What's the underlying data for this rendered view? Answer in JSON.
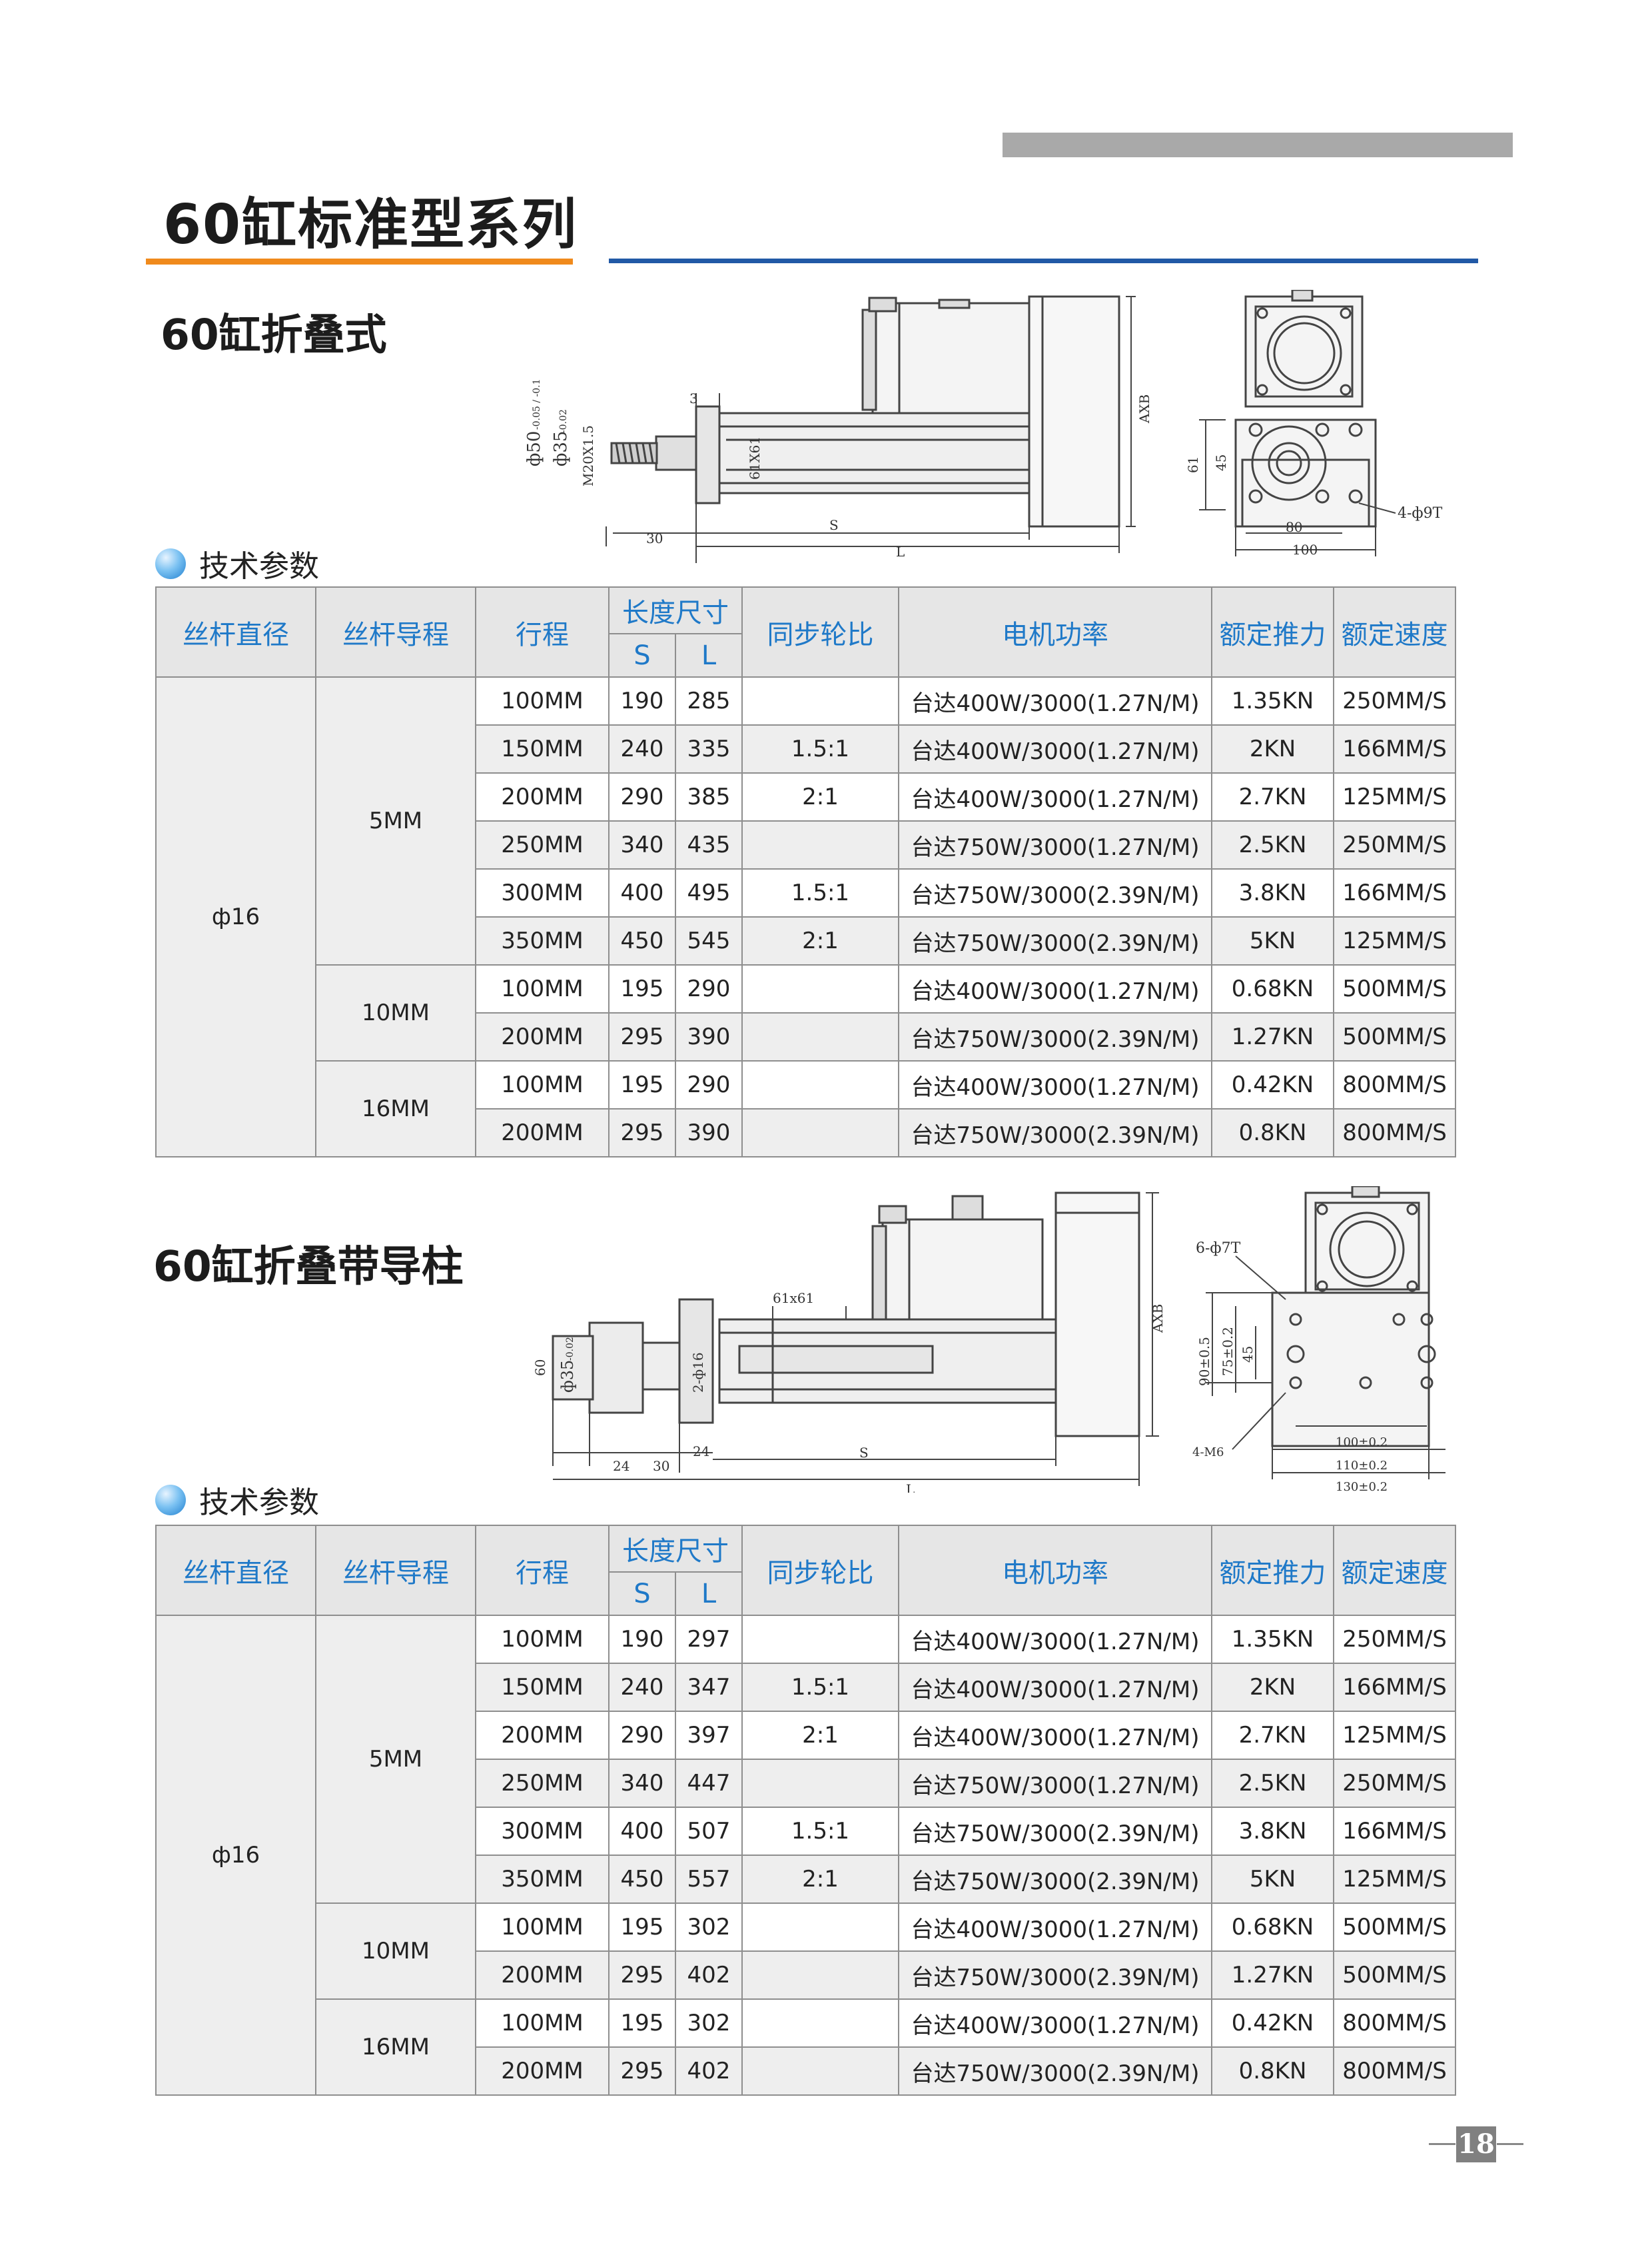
{
  "page_title": "60缸标准型系列",
  "page_number": "18",
  "headers": {
    "diameter": "丝杆直径",
    "lead": "丝杆导程",
    "stroke": "行程",
    "length": "长度尺寸",
    "s": "S",
    "l": "L",
    "ratio": "同步轮比",
    "motor": "电机功率",
    "thrust": "额定推力",
    "speed": "额定速度"
  },
  "sections": [
    {
      "title": "60缸折叠式",
      "params_label": "技术参数",
      "diameter": "ф16",
      "drawing_labels": {
        "rod_dia": "ф50",
        "rod_dia_tol": "-0.05 / -0.1",
        "bore_dia": "ф35",
        "bore_tol": "-0.02",
        "thread": "M20X1.5",
        "flange_t": "3",
        "profile": "61X61",
        "axb": "AXB",
        "s": "S",
        "l": "L",
        "d30": "30",
        "h61": "61",
        "h45": "45",
        "w80": "80",
        "w100": "100",
        "holes": "4-ф9T"
      },
      "groups": [
        {
          "lead": "5MM",
          "rows": [
            {
              "stroke": "100MM",
              "s": "190",
              "l": "285",
              "ratio": "",
              "motor": "台达400W/3000(1.27N/M)",
              "thrust": "1.35KN",
              "speed": "250MM/S"
            },
            {
              "stroke": "150MM",
              "s": "240",
              "l": "335",
              "ratio": "1.5:1",
              "motor": "台达400W/3000(1.27N/M)",
              "thrust": "2KN",
              "speed": "166MM/S"
            },
            {
              "stroke": "200MM",
              "s": "290",
              "l": "385",
              "ratio": "2:1",
              "motor": "台达400W/3000(1.27N/M)",
              "thrust": "2.7KN",
              "speed": "125MM/S"
            },
            {
              "stroke": "250MM",
              "s": "340",
              "l": "435",
              "ratio": "",
              "motor": "台达750W/3000(1.27N/M)",
              "thrust": "2.5KN",
              "speed": "250MM/S"
            },
            {
              "stroke": "300MM",
              "s": "400",
              "l": "495",
              "ratio": "1.5:1",
              "motor": "台达750W/3000(2.39N/M)",
              "thrust": "3.8KN",
              "speed": "166MM/S"
            },
            {
              "stroke": "350MM",
              "s": "450",
              "l": "545",
              "ratio": "2:1",
              "motor": "台达750W/3000(2.39N/M)",
              "thrust": "5KN",
              "speed": "125MM/S"
            }
          ]
        },
        {
          "lead": "10MM",
          "rows": [
            {
              "stroke": "100MM",
              "s": "195",
              "l": "290",
              "ratio": "",
              "motor": "台达400W/3000(1.27N/M)",
              "thrust": "0.68KN",
              "speed": "500MM/S"
            },
            {
              "stroke": "200MM",
              "s": "295",
              "l": "390",
              "ratio": "",
              "motor": "台达750W/3000(2.39N/M)",
              "thrust": "1.27KN",
              "speed": "500MM/S"
            }
          ]
        },
        {
          "lead": "16MM",
          "rows": [
            {
              "stroke": "100MM",
              "s": "195",
              "l": "290",
              "ratio": "",
              "motor": "台达400W/3000(1.27N/M)",
              "thrust": "0.42KN",
              "speed": "800MM/S"
            },
            {
              "stroke": "200MM",
              "s": "295",
              "l": "390",
              "ratio": "",
              "motor": "台达750W/3000(2.39N/M)",
              "thrust": "0.8KN",
              "speed": "800MM/S"
            }
          ]
        }
      ]
    },
    {
      "title": "60缸折叠带导柱",
      "params_label": "技术参数",
      "diameter": "ф16",
      "drawing_labels": {
        "h60": "60",
        "bore_dia": "ф35",
        "bore_tol": "-0.02",
        "guide": "2-ф16",
        "profile": "61x61",
        "axb": "AXB",
        "d24a": "24",
        "d30": "30",
        "d24b": "24",
        "s": "S",
        "l": "L",
        "holes_t": "6-ф7T",
        "holes_m": "4-M6",
        "h90": "90±0.5",
        "h75": "75±0.2",
        "h45": "45",
        "w100": "100±0.2",
        "w110": "110±0.2",
        "w130": "130±0.2"
      },
      "groups": [
        {
          "lead": "5MM",
          "rows": [
            {
              "stroke": "100MM",
              "s": "190",
              "l": "297",
              "ratio": "",
              "motor": "台达400W/3000(1.27N/M)",
              "thrust": "1.35KN",
              "speed": "250MM/S"
            },
            {
              "stroke": "150MM",
              "s": "240",
              "l": "347",
              "ratio": "1.5:1",
              "motor": "台达400W/3000(1.27N/M)",
              "thrust": "2KN",
              "speed": "166MM/S"
            },
            {
              "stroke": "200MM",
              "s": "290",
              "l": "397",
              "ratio": "2:1",
              "motor": "台达400W/3000(1.27N/M)",
              "thrust": "2.7KN",
              "speed": "125MM/S"
            },
            {
              "stroke": "250MM",
              "s": "340",
              "l": "447",
              "ratio": "",
              "motor": "台达750W/3000(1.27N/M)",
              "thrust": "2.5KN",
              "speed": "250MM/S"
            },
            {
              "stroke": "300MM",
              "s": "400",
              "l": "507",
              "ratio": "1.5:1",
              "motor": "台达750W/3000(2.39N/M)",
              "thrust": "3.8KN",
              "speed": "166MM/S"
            },
            {
              "stroke": "350MM",
              "s": "450",
              "l": "557",
              "ratio": "2:1",
              "motor": "台达750W/3000(2.39N/M)",
              "thrust": "5KN",
              "speed": "125MM/S"
            }
          ]
        },
        {
          "lead": "10MM",
          "rows": [
            {
              "stroke": "100MM",
              "s": "195",
              "l": "302",
              "ratio": "",
              "motor": "台达400W/3000(1.27N/M)",
              "thrust": "0.68KN",
              "speed": "500MM/S"
            },
            {
              "stroke": "200MM",
              "s": "295",
              "l": "402",
              "ratio": "",
              "motor": "台达750W/3000(2.39N/M)",
              "thrust": "1.27KN",
              "speed": "500MM/S"
            }
          ]
        },
        {
          "lead": "16MM",
          "rows": [
            {
              "stroke": "100MM",
              "s": "195",
              "l": "302",
              "ratio": "",
              "motor": "台达400W/3000(1.27N/M)",
              "thrust": "0.42KN",
              "speed": "800MM/S"
            },
            {
              "stroke": "200MM",
              "s": "295",
              "l": "402",
              "ratio": "",
              "motor": "台达750W/3000(2.39N/M)",
              "thrust": "0.8KN",
              "speed": "800MM/S"
            }
          ]
        }
      ]
    }
  ]
}
